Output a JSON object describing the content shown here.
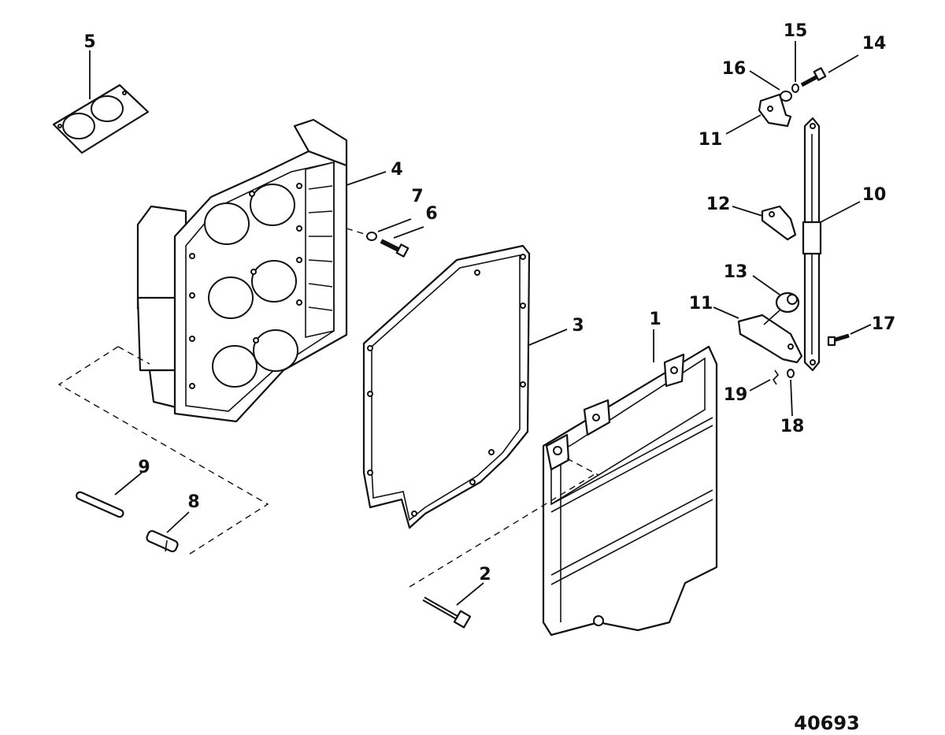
{
  "callouts": {
    "c1": "1",
    "c2": "2",
    "c3": "3",
    "c4": "4",
    "c5": "5",
    "c6": "6",
    "c7": "7",
    "c8": "8",
    "c9": "9",
    "c10": "10",
    "c11a": "11",
    "c11b": "11",
    "c12": "12",
    "c13": "13",
    "c14": "14",
    "c15": "15",
    "c16": "16",
    "c17": "17",
    "c18": "18",
    "c19": "19"
  },
  "figure_number": "40693"
}
